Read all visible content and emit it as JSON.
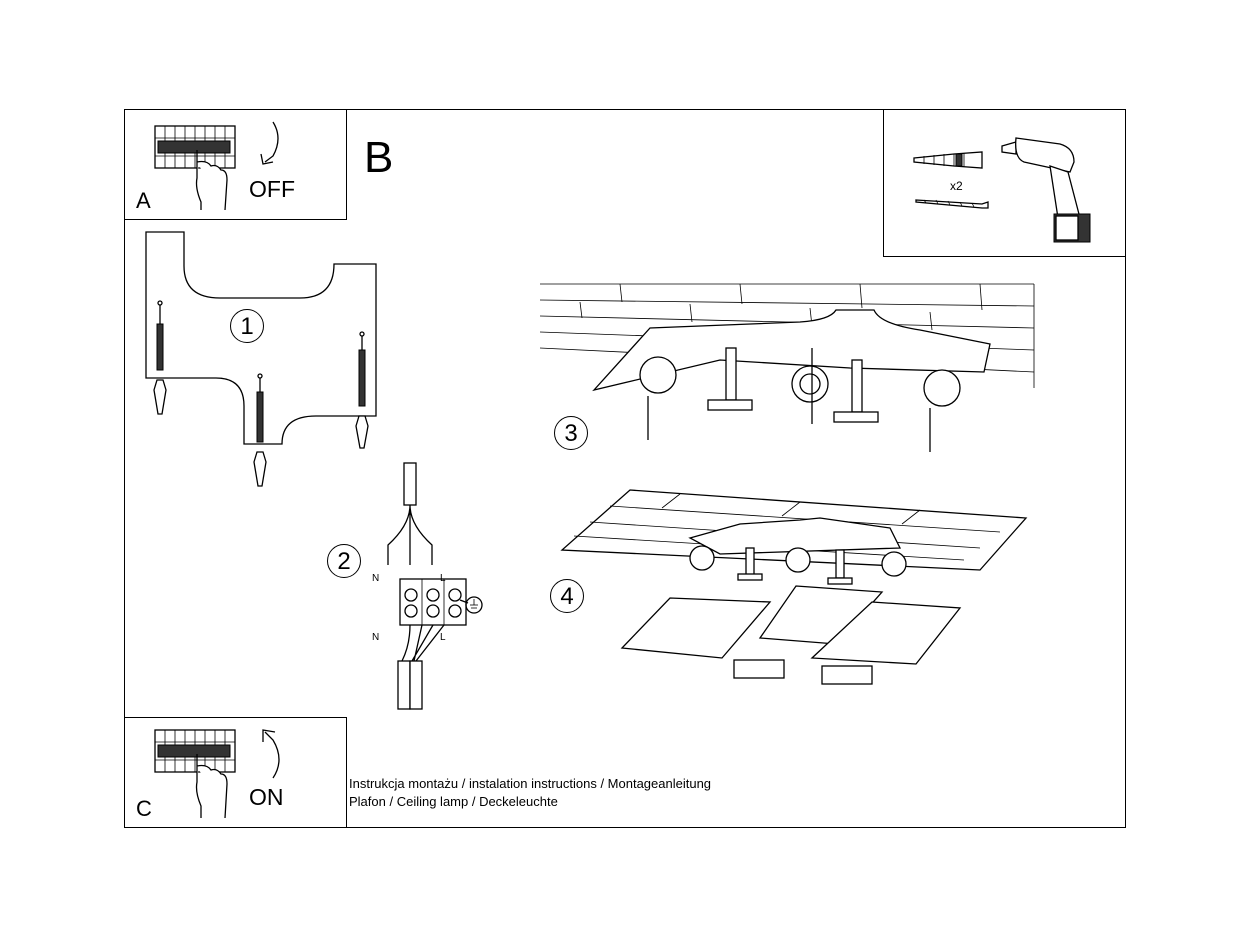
{
  "panels": {
    "a": {
      "letter": "A",
      "action": "OFF"
    },
    "b": {
      "letter": "B"
    },
    "c": {
      "letter": "C",
      "action": "ON"
    }
  },
  "tools": {
    "multiplier": "x2"
  },
  "steps": [
    "1",
    "2",
    "3",
    "4"
  ],
  "wiring": {
    "neutral": "N",
    "live": "L"
  },
  "caption": {
    "line1": "Instrukcja montażu / instalation instructions / Montageanleitung",
    "line2": "Plafon / Ceiling lamp / Deckeleuchte"
  }
}
